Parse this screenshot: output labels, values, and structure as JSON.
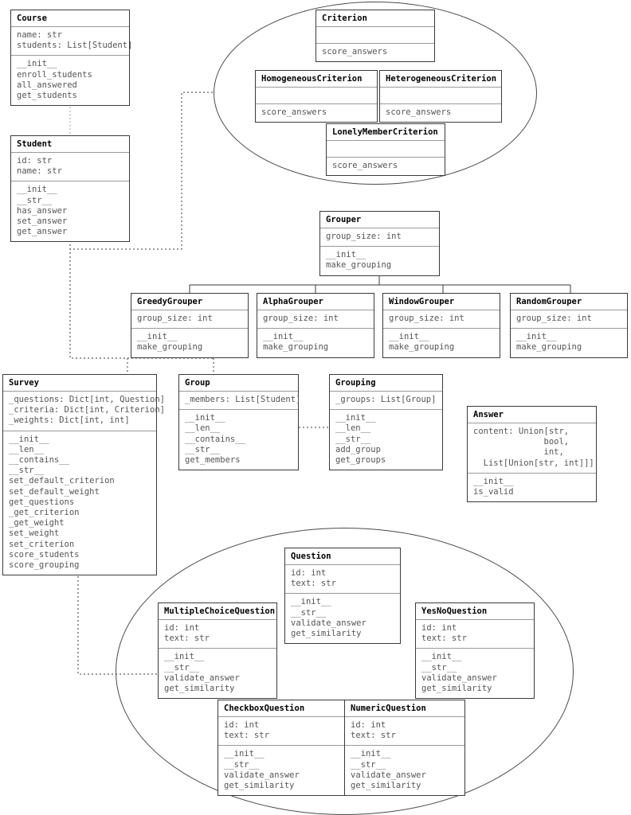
{
  "diagram": {
    "title": "UML Class Diagram",
    "type": "uml-class-diagram",
    "line_colors": {
      "box_border": "#3a3a3a",
      "divider": "#9a9a9a",
      "ellipse": "#4a4a4a",
      "connector": "#3a3a3a",
      "connector_light": "#9a9a9a"
    }
  },
  "classes": {
    "course": {
      "name": "Course",
      "attributes": "name: str\nstudents: List[Student]",
      "methods": "__init__\nenroll_students\nall_answered\nget_students"
    },
    "student": {
      "name": "Student",
      "attributes": "id: str\nname: str",
      "methods": "__init__\n__str__\nhas_answer\nset_answer\nget_answer"
    },
    "criterion": {
      "name": "Criterion",
      "attributes": "",
      "methods": "score_answers"
    },
    "homogeneous_criterion": {
      "name": "HomogeneousCriterion",
      "attributes": "",
      "methods": "score_answers"
    },
    "heterogeneous_criterion": {
      "name": "HeterogeneousCriterion",
      "attributes": "",
      "methods": "score_answers"
    },
    "lonely_member_criterion": {
      "name": "LonelyMemberCriterion",
      "attributes": "",
      "methods": "score_answers"
    },
    "grouper": {
      "name": "Grouper",
      "attributes": "group_size: int",
      "methods": "__init__\nmake_grouping"
    },
    "greedy_grouper": {
      "name": "GreedyGrouper",
      "attributes": "group_size: int",
      "methods": "__init__\nmake_grouping"
    },
    "alpha_grouper": {
      "name": "AlphaGrouper",
      "attributes": "group_size: int",
      "methods": "__init__\nmake_grouping"
    },
    "window_grouper": {
      "name": "WindowGrouper",
      "attributes": "group_size: int",
      "methods": "__init__\nmake_grouping"
    },
    "random_grouper": {
      "name": "RandomGrouper",
      "attributes": "group_size: int",
      "methods": "__init__\nmake_grouping"
    },
    "survey": {
      "name": "Survey",
      "attributes": "_questions: Dict[int, Question]\n_criteria: Dict[int, Criterion]\n_weights: Dict[int, int]",
      "methods": "__init__\n__len__\n__contains__\n__str__\nset_default_criterion\nset_default_weight\nget_questions\n_get_criterion\n_get_weight\nset_weight\nset_criterion\nscore_students\nscore_grouping"
    },
    "group": {
      "name": "Group",
      "attributes": "_members: List[Student]",
      "methods": "__init__\n__len__\n__contains__\n__str__\nget_members"
    },
    "grouping": {
      "name": "Grouping",
      "attributes": "_groups: List[Group]",
      "methods": "__init__\n__len__\n__str__\nadd_group\nget_groups"
    },
    "answer": {
      "name": "Answer",
      "attributes": "content: Union[str,\n              bool,\n              int,\n  List[Union[str, int]]]",
      "methods": "__init__\nis_valid"
    },
    "question": {
      "name": "Question",
      "attributes": "id: int\ntext: str",
      "methods": "__init__\n__str__\nvalidate_answer\nget_similarity"
    },
    "multiple_choice_question": {
      "name": "MultipleChoiceQuestion",
      "attributes": "id: int\ntext: str",
      "methods": "__init__\n__str__\nvalidate_answer\nget_similarity"
    },
    "yes_no_question": {
      "name": "YesNoQuestion",
      "attributes": "id: int\ntext: str",
      "methods": "__init__\n__str__\nvalidate_answer\nget_similarity"
    },
    "checkbox_question": {
      "name": "CheckboxQuestion",
      "attributes": "id: int\ntext: str",
      "methods": "__init__\n__str__\nvalidate_answer\nget_similarity"
    },
    "numeric_question": {
      "name": "NumericQuestion",
      "attributes": "id: int\ntext: str",
      "methods": "__init__\n__str__\nvalidate_answer\nget_similarity"
    }
  },
  "groupings": {
    "criterion_package": "criterion-hierarchy-ellipse",
    "question_package": "question-hierarchy-ellipse"
  }
}
